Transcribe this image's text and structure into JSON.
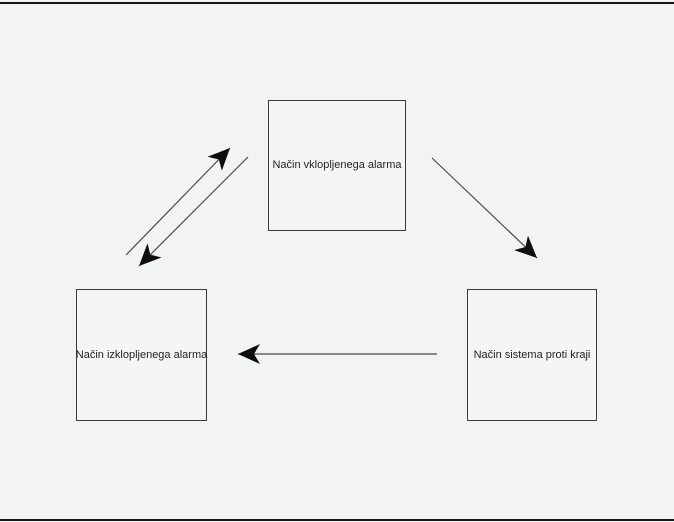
{
  "diagram": {
    "type": "state-diagram",
    "title": "",
    "colors": {
      "background": "#f2f4f3",
      "box_border": "#3a3a3a",
      "line": "#4a4a4a",
      "arrowhead": "#0d0d0d",
      "text": "#222222"
    },
    "nodes": [
      {
        "id": "armed",
        "label": "Način vklopljenega alarma"
      },
      {
        "id": "disarmed",
        "label": "Način izklopljenega alarma"
      },
      {
        "id": "anti_theft",
        "label": "Način sistema proti kraji"
      }
    ],
    "edges": [
      {
        "from": "disarmed",
        "to": "armed",
        "description": "diagonal arrow pointing up-right"
      },
      {
        "from": "armed",
        "to": "disarmed",
        "description": "diagonal arrow pointing down-left"
      },
      {
        "from": "armed",
        "to": "anti_theft",
        "description": "diagonal arrow pointing down-right"
      },
      {
        "from": "anti_theft",
        "to": "disarmed",
        "description": "horizontal arrow pointing left"
      }
    ]
  }
}
